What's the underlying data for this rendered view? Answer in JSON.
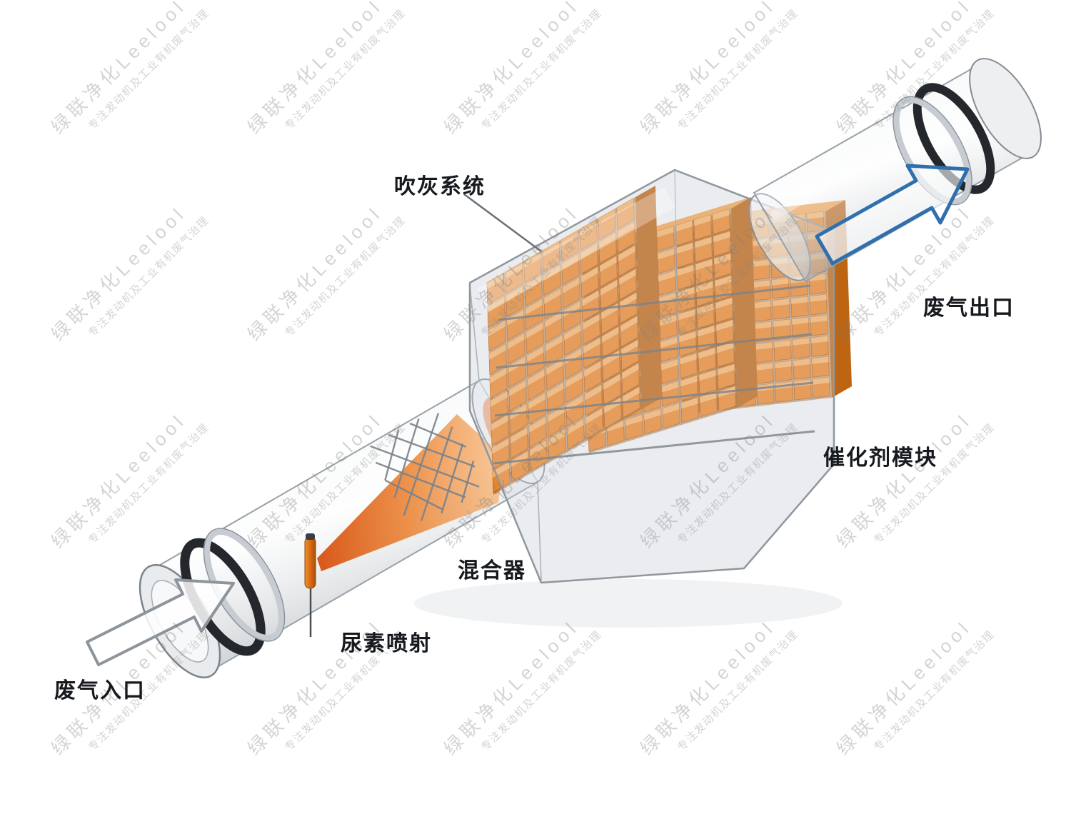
{
  "diagram": {
    "labels": {
      "soot_blowing": "吹灰系统",
      "outlet": "废气出口",
      "catalyst_module": "催化剂模块",
      "mixer": "混合器",
      "urea_injection": "尿素喷射",
      "inlet": "废气入口"
    },
    "watermark": {
      "line1": "绿联净化Leelool",
      "line2": "专注发动机及工业有机废气治理"
    },
    "catalyst_slab_count": 3,
    "soot_lance_count": 4,
    "colors": {
      "catalyst_face": "#ec8527",
      "catalyst_light": "#f7b269",
      "catalyst_edge": "#b5590f",
      "catalyst_top": "#f2a34e",
      "catalyst_side": "#bd6513",
      "catalyst_back": "#8a4d0c",
      "arrow_blue": "#2f6fae",
      "arrow_gray": "#8d949b",
      "spray_orange": "#e4691c",
      "housing_gray": "#8f979e",
      "watermark_gray": "#8a8a8a"
    }
  }
}
